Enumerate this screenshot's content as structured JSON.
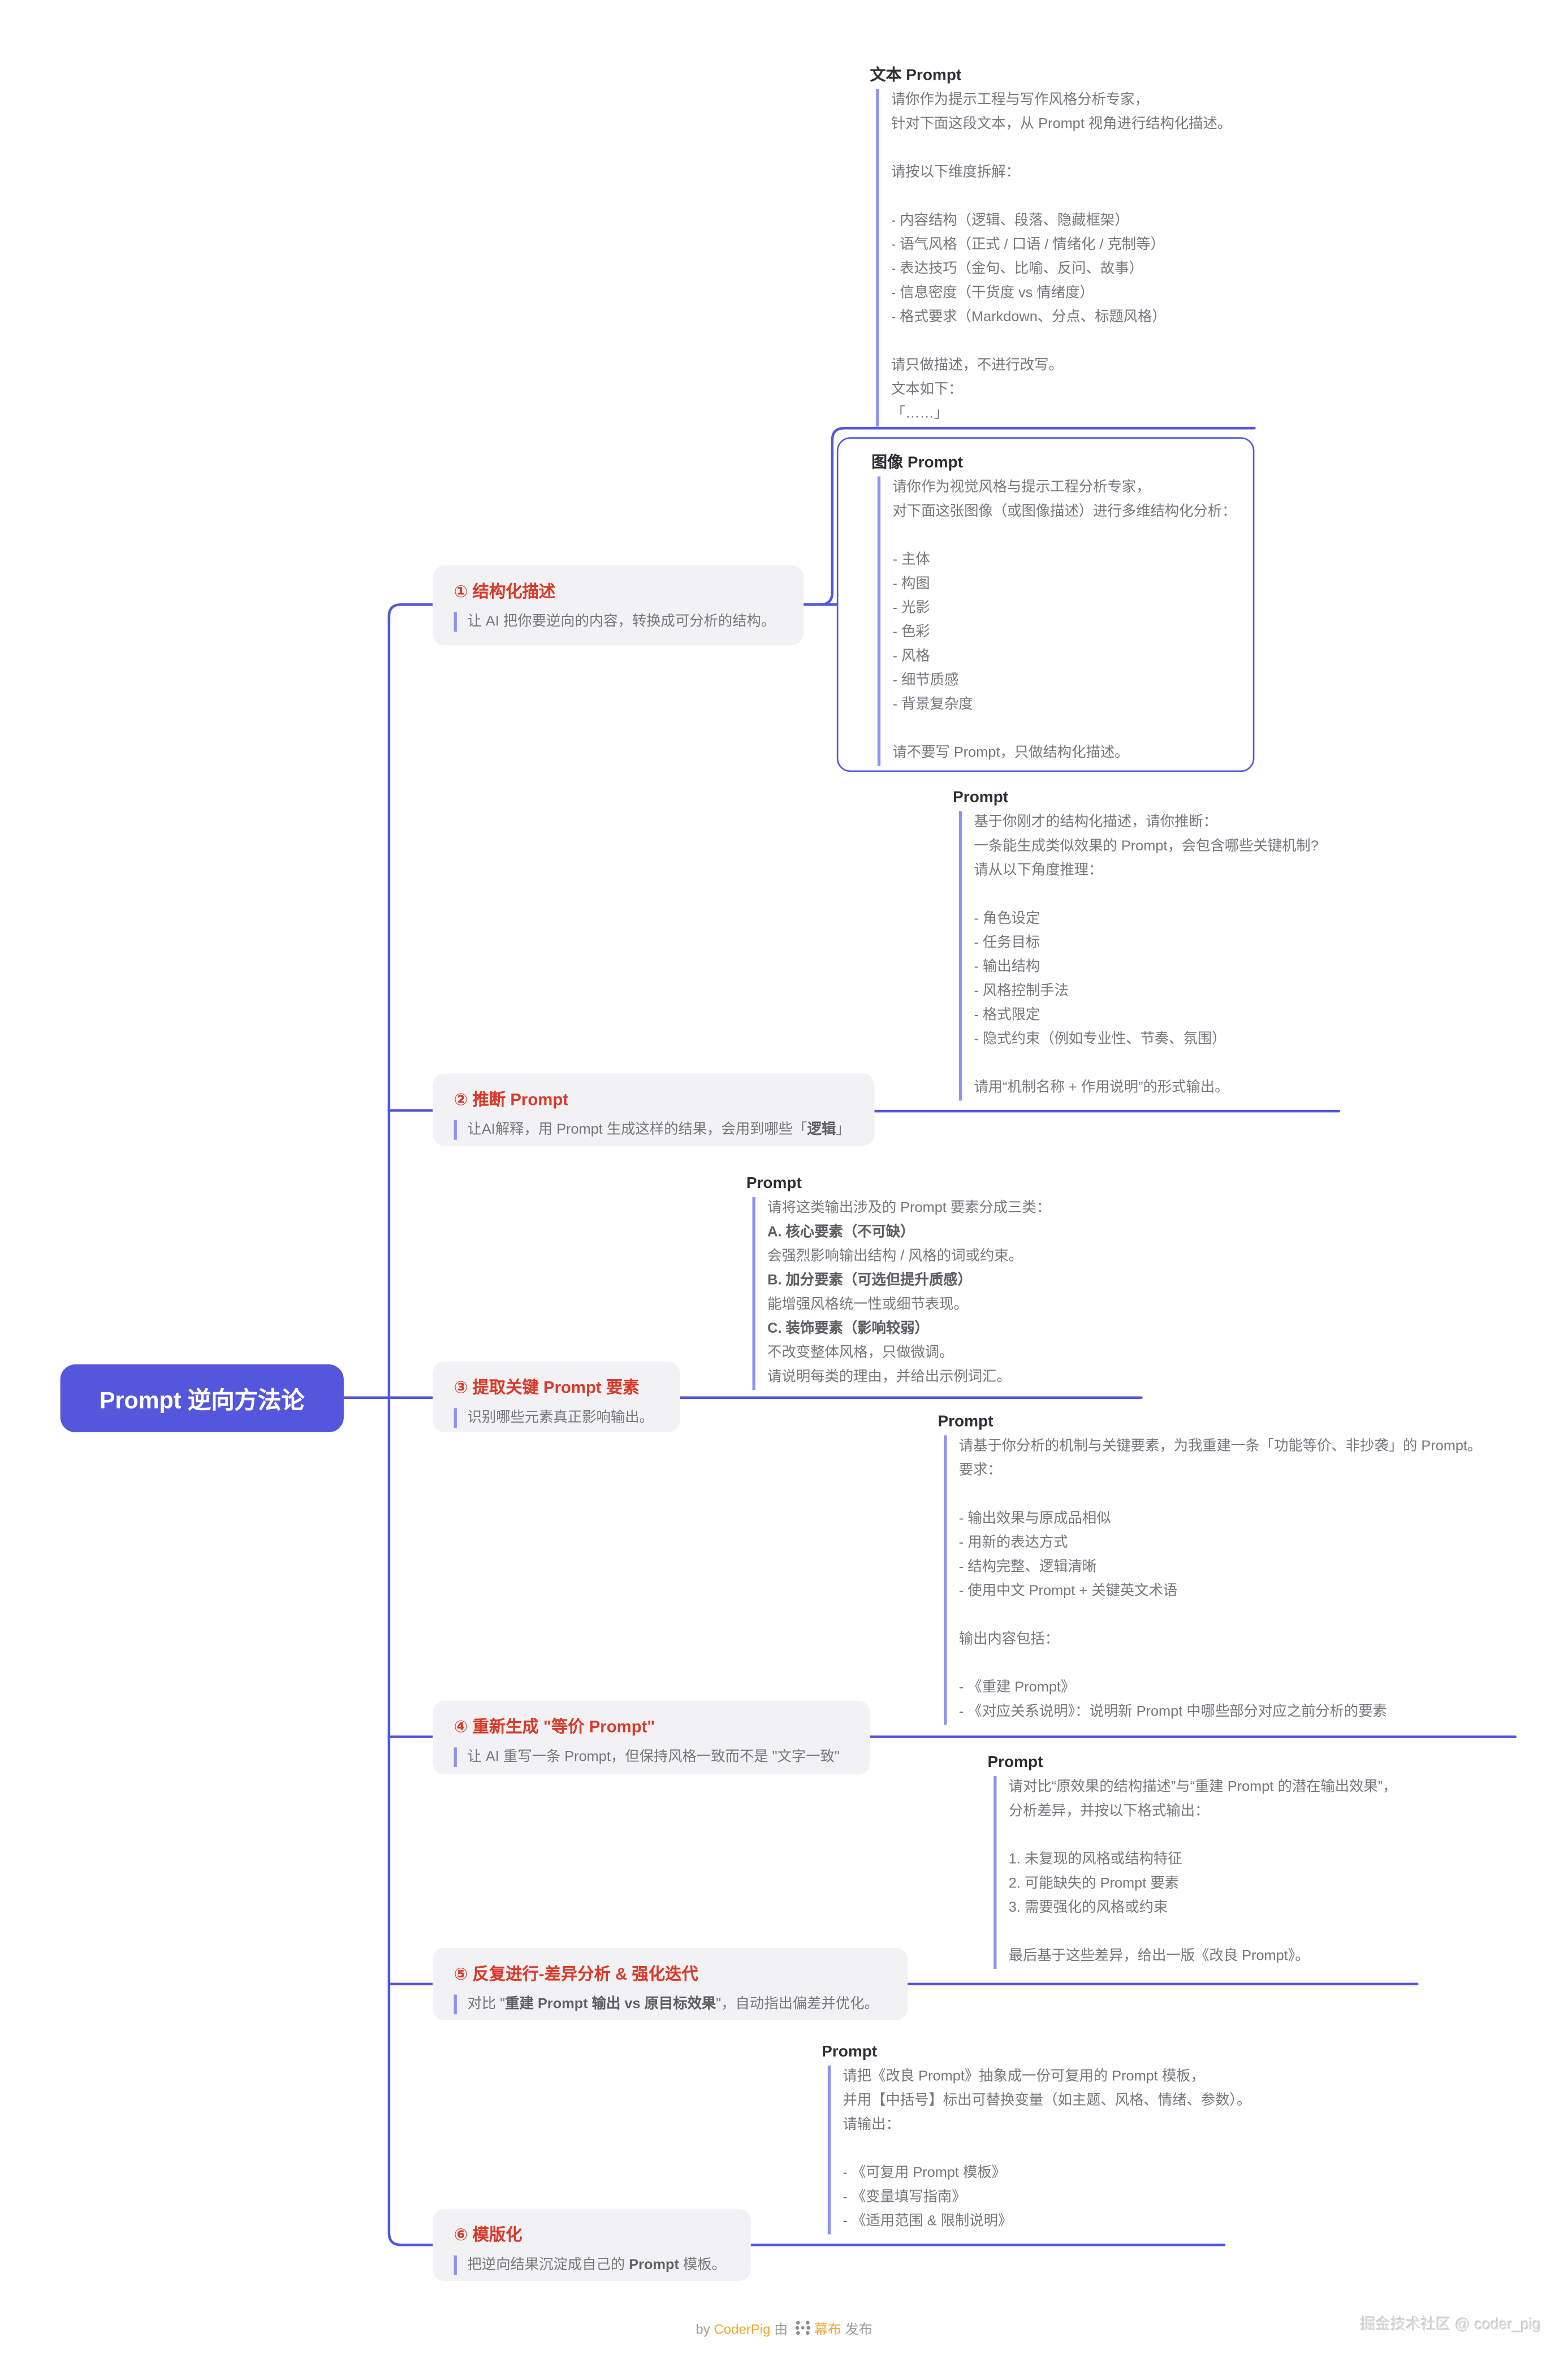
{
  "root": {
    "label": "Prompt 逆向方法论"
  },
  "colors": {
    "root_bg": "#5456DB",
    "connector": "#5457DC",
    "quote_bar": "#8F92F2",
    "branch_bg": "#F2F2F4",
    "branch_title_red": "#D93B2B",
    "body_text": "#76777B",
    "node_title": "#2E2F33",
    "footer_orange": "#F0A732",
    "footer_gray": "#9B9B9F",
    "watermark_gray": "#D8D8DA"
  },
  "branches": [
    {
      "title": "① 结构化描述",
      "desc": [
        {
          "t": "让 AI 把你要逆向的内容，转换成可分析的结构。"
        }
      ]
    },
    {
      "title": "② 推断 Prompt",
      "desc": [
        {
          "t": "让AI解释，用 Prompt 生成这样的结果，会用到哪些「"
        },
        {
          "t": "逻辑",
          "b": true
        },
        {
          "t": "」"
        }
      ]
    },
    {
      "title": "③ 提取关键 Prompt 要素",
      "desc": [
        {
          "t": "识别哪些元素真正影响输出。"
        }
      ]
    },
    {
      "title": "④ 重新生成 \"等价 Prompt\"",
      "desc": [
        {
          "t": "让 AI 重写一条 Prompt，但保持风格一致而不是 \"文字一致\""
        }
      ]
    },
    {
      "title": "⑤ 反复进行-差异分析 & 强化迭代",
      "desc": [
        {
          "t": "对比 \""
        },
        {
          "t": "重建 Prompt 输出 vs 原目标效果",
          "b": true
        },
        {
          "t": "\"，自动指出偏差并优化。"
        }
      ]
    },
    {
      "title": "⑥ 模版化",
      "desc": [
        {
          "t": "把逆向结果沉淀成自己的 "
        },
        {
          "t": "Prompt",
          "b": true
        },
        {
          "t": " 模板。"
        }
      ]
    }
  ],
  "nodes": {
    "text": {
      "title": "文本 Prompt",
      "lines": [
        "请你作为提示工程与写作风格分析专家，",
        "针对下面这段文本，从 Prompt 视角进行结构化描述。",
        "",
        "请按以下维度拆解：",
        "",
        "- 内容结构（逻辑、段落、隐藏框架）",
        "- 语气风格（正式 / 口语 / 情绪化 / 克制等）",
        "- 表达技巧（金句、比喻、反问、故事）",
        "- 信息密度（干货度 vs 情绪度）",
        "- 格式要求（Markdown、分点、标题风格）",
        "",
        "请只做描述，不进行改写。",
        "文本如下：",
        "「……」"
      ]
    },
    "image": {
      "title": "图像 Prompt",
      "selected": true,
      "lines": [
        "请你作为视觉风格与提示工程分析专家，",
        "对下面这张图像（或图像描述）进行多维结构化分析：",
        "",
        "- 主体",
        "- 构图",
        "- 光影",
        "- 色彩",
        "- 风格",
        "- 细节质感",
        "- 背景复杂度",
        "",
        "请不要写 Prompt，只做结构化描述。"
      ]
    },
    "infer": {
      "title": "Prompt",
      "lines": [
        "基于你刚才的结构化描述，请你推断：",
        "一条能生成类似效果的 Prompt，会包含哪些关键机制?",
        "请从以下角度推理：",
        "",
        "- 角色设定",
        "- 任务目标",
        "- 输出结构",
        "- 风格控制手法",
        "- 格式限定",
        "- 隐式约束（例如专业性、节奏、氛围）",
        "",
        "请用“机制名称 + 作用说明”的形式输出。"
      ]
    },
    "extract": {
      "title": "Prompt",
      "lines": [
        "请将这类输出涉及的 Prompt 要素分成三类：",
        [
          {
            "t": "A. 核心要素（不可缺）",
            "b": true
          }
        ],
        "会强烈影响输出结构 / 风格的词或约束。",
        [
          {
            "t": "B. 加分要素（可选但提升质感）",
            "b": true
          }
        ],
        "能增强风格统一性或细节表现。",
        [
          {
            "t": "C. 装饰要素（影响较弱）",
            "b": true
          }
        ],
        "不改变整体风格，只做微调。",
        "请说明每类的理由，并给出示例词汇。"
      ]
    },
    "rebuild": {
      "title": "Prompt",
      "lines": [
        "请基于你分析的机制与关键要素，为我重建一条「功能等价、非抄袭」的 Prompt。",
        "要求：",
        "",
        "- 输出效果与原成品相似",
        "- 用新的表达方式",
        "- 结构完整、逻辑清晰",
        "- 使用中文 Prompt + 关键英文术语",
        "",
        "输出内容包括：",
        "",
        "- 《重建 Prompt》",
        "- 《对应关系说明》：说明新 Prompt 中哪些部分对应之前分析的要素"
      ]
    },
    "diff": {
      "title": "Prompt",
      "lines": [
        "请对比“原效果的结构描述”与“重建 Prompt 的潜在输出效果”，",
        "分析差异，并按以下格式输出：",
        "",
        "1. 未复现的风格或结构特征",
        "2. 可能缺失的 Prompt 要素",
        "3. 需要强化的风格或约束",
        "",
        "最后基于这些差异，给出一版《改良 Prompt》。"
      ]
    },
    "template": {
      "title": "Prompt",
      "lines": [
        "请把《改良 Prompt》抽象成一份可复用的 Prompt 模板，",
        "并用【中括号】标出可替换变量（如主题、风格、情绪、参数）。",
        "请输出：",
        "",
        "- 《可复用 Prompt 模板》",
        "- 《变量填写指南》",
        "- 《适用范围 & 限制说明》"
      ]
    }
  },
  "footer": {
    "by": "by ",
    "author": "CoderPig",
    "via": " 由 ",
    "platform": "幕布",
    "publish": " 发布"
  },
  "watermark": "掘金技术社区 @ coder_pig"
}
